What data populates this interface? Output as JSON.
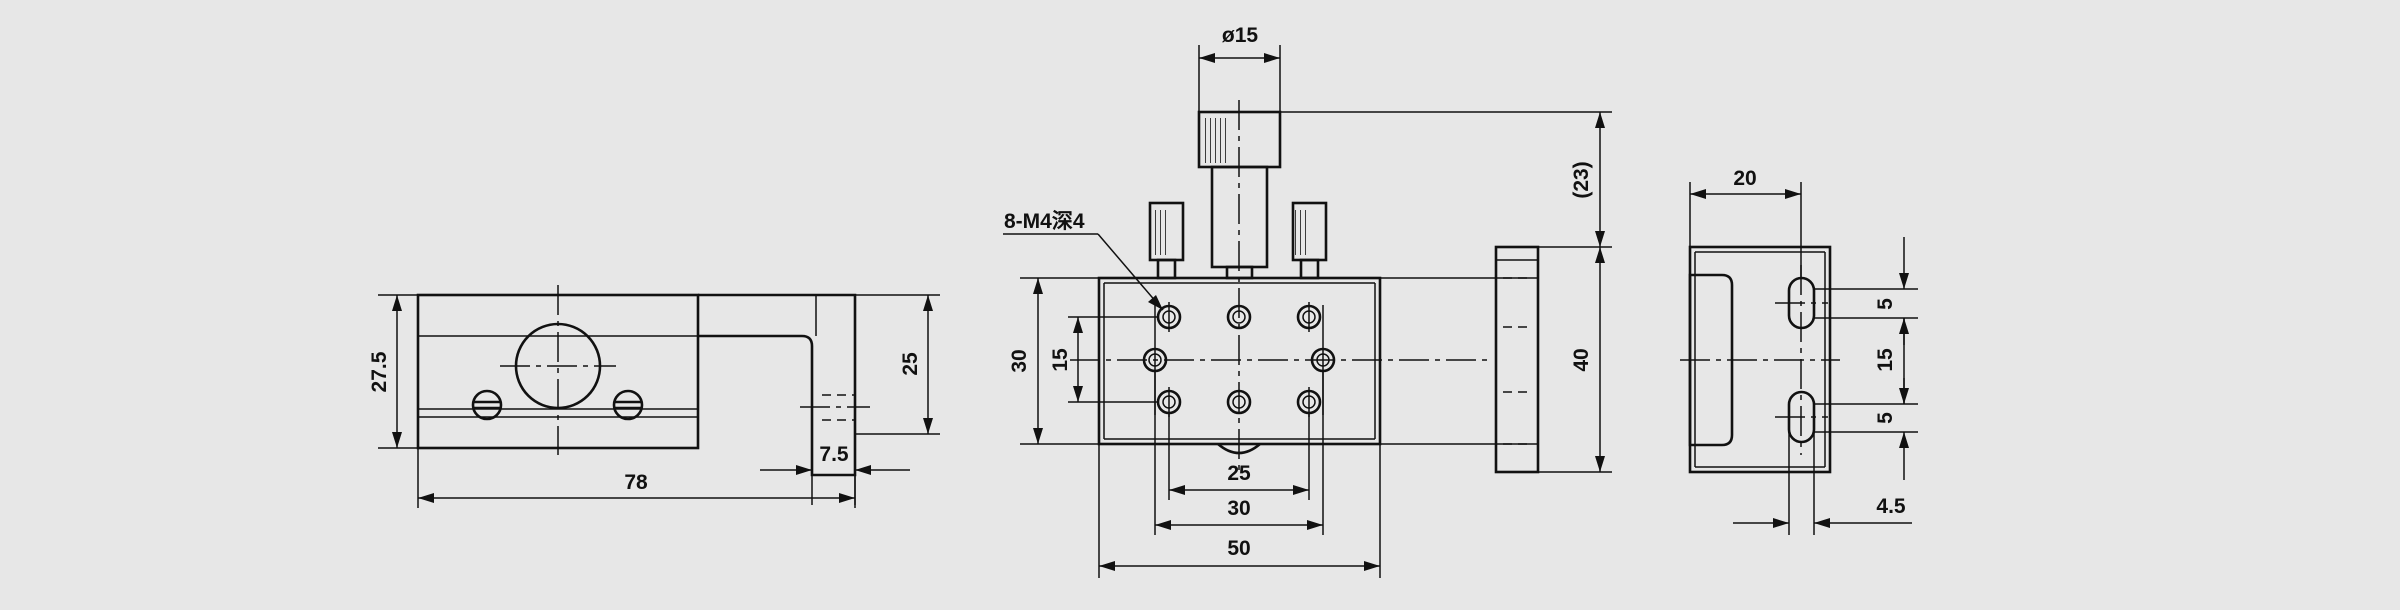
{
  "drawing": {
    "front_view": {
      "dim_length": "78",
      "dim_height": "27.5",
      "dim_inner_height": "25",
      "dim_slot_width": "7.5"
    },
    "top_view": {
      "dim_diameter": "ø15",
      "dim_hole_note": "8-M4深4",
      "dim_overall_height": "30",
      "dim_hole_pitch_vertical": "15",
      "dim_stem": "25",
      "dim_hole_pitch_horizontal": "30",
      "dim_overall_width": "50",
      "dim_knob_height": "(23)",
      "dim_side_height": "40"
    },
    "side_view": {
      "dim_width": "20",
      "dim_slot_top": "5",
      "dim_slot_pitch": "15",
      "dim_slot_bottom": "5",
      "dim_offset": "4.5"
    }
  }
}
